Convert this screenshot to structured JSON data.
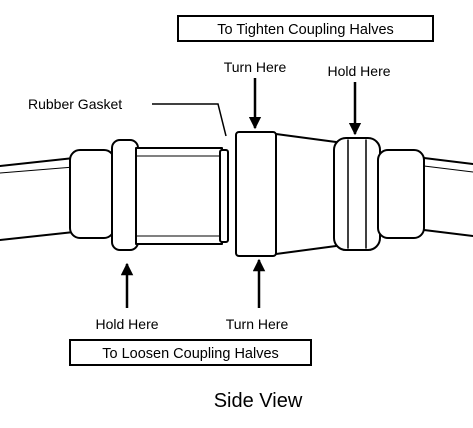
{
  "diagram": {
    "top_box_label": "To Tighten Coupling Halves",
    "bottom_box_label": "To Loosen Coupling Halves",
    "labels": {
      "turn_here_top": "Turn Here",
      "hold_here_top": "Hold Here",
      "rubber_gasket": "Rubber Gasket",
      "hold_here_bottom": "Hold Here",
      "turn_here_bottom": "Turn Here"
    },
    "caption": "Side View"
  }
}
